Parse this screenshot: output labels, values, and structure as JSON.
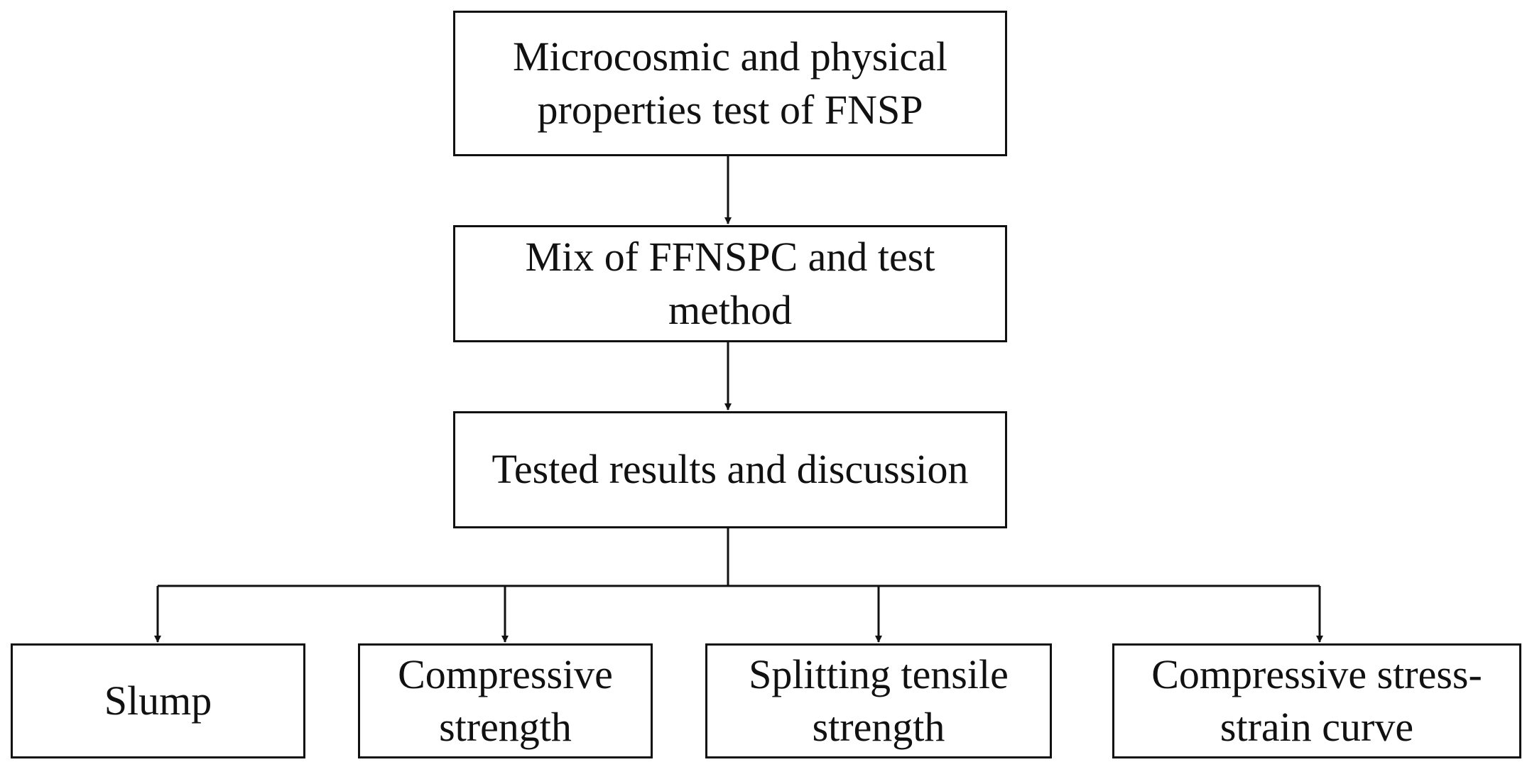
{
  "diagram": {
    "nodes": {
      "top": {
        "text": "Microcosmic and physical properties test of FNSP"
      },
      "mix": {
        "text": "Mix of FFNSPC and test method"
      },
      "tested": {
        "text": "Tested results and discussion"
      },
      "slump": {
        "text": "Slump"
      },
      "compressive": {
        "text": "Compressive strength"
      },
      "splitting": {
        "text": "Splitting tensile strength"
      },
      "curve": {
        "text": "Compressive stress-strain curve"
      }
    },
    "edges": [
      {
        "from": "top",
        "to": "mix"
      },
      {
        "from": "mix",
        "to": "tested"
      },
      {
        "from": "tested",
        "to": "slump"
      },
      {
        "from": "tested",
        "to": "compressive"
      },
      {
        "from": "tested",
        "to": "splitting"
      },
      {
        "from": "tested",
        "to": "curve"
      }
    ],
    "colors": {
      "stroke": "#111111",
      "background": "#ffffff"
    }
  }
}
